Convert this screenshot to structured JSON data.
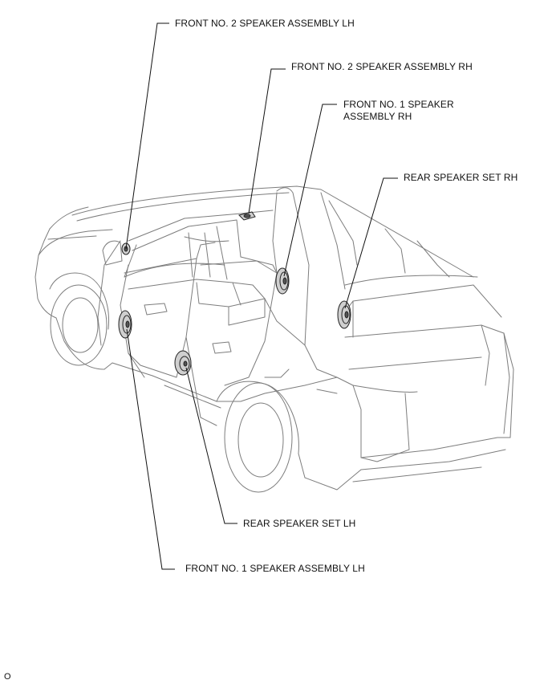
{
  "labels": {
    "front_no2_lh": "FRONT NO. 2 SPEAKER ASSEMBLY LH",
    "front_no2_rh": "FRONT NO. 2 SPEAKER ASSEMBLY RH",
    "front_no1_rh": "FRONT NO. 1 SPEAKER\nASSEMBLY RH",
    "rear_rh": "REAR SPEAKER SET RH",
    "rear_lh": "REAR SPEAKER SET LH",
    "front_no1_lh": "FRONT NO. 1 SPEAKER ASSEMBLY LH"
  },
  "figure_code": "O"
}
